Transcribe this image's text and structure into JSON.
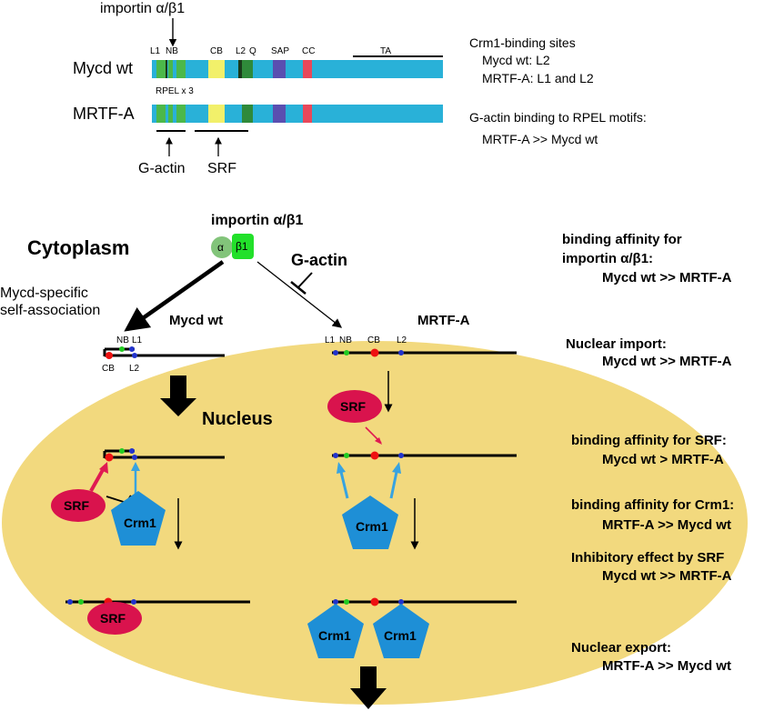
{
  "domain_labels": {
    "l1": "L1",
    "nb": "NB",
    "cb": "CB",
    "l2": "L2",
    "q": "Q",
    "sap": "SAP",
    "cc": "CC",
    "ta": "TA",
    "rpel": "RPEL x 3"
  },
  "proteins": {
    "mycd": "Mycd wt",
    "mrtf": "MRTF-A"
  },
  "top_arrows": {
    "importin": "importin α/β1",
    "gactin": "G-actin",
    "srf": "SRF"
  },
  "notes": {
    "crm1_title": "Crm1-binding sites",
    "crm1_mycd": "Mycd wt: L2",
    "crm1_mrtf": "MRTF-A: L1 and L2",
    "gactin_title": "G-actin binding to RPEL motifs:",
    "gactin_value": "MRTF-A >> Mycd wt"
  },
  "diagram": {
    "importin": "importin α/β1",
    "alpha": "α",
    "beta1": "β1",
    "cytoplasm": "Cytoplasm",
    "gactin": "G-actin",
    "self_assoc_1": "Mycd-specific",
    "self_assoc_2": "self-association",
    "mycd": "Mycd wt",
    "mrtf": "MRTF-A",
    "nucleus": "Nucleus",
    "srf": "SRF",
    "crm1": "Crm1",
    "cb": "CB",
    "nb": "NB",
    "l1": "L1",
    "l2": "L2"
  },
  "side_notes": [
    {
      "line1": "binding affinity for",
      "line2": "importin α/β1:",
      "line3": "Mycd wt >> MRTF-A"
    },
    {
      "line1": "Nuclear import:",
      "line2": "Mycd wt >> MRTF-A"
    },
    {
      "line1": "binding affinity for SRF:",
      "line2": "Mycd wt > MRTF-A"
    },
    {
      "line1": "binding affinity for Crm1:",
      "line2": "MRTF-A >> Mycd wt"
    },
    {
      "line1": "Inhibitory effect by SRF",
      "line2": "Mycd wt >> MRTF-A"
    },
    {
      "line1": "Nuclear export:",
      "line2": "MRTF-A >> Mycd wt"
    }
  ],
  "colors": {
    "bar": "#29b1d8",
    "rpel_green": "#4cb84a",
    "cb_yellow": "#f2f06a",
    "q_green": "#2f8a3a",
    "sap_blue": "#5a4fb0",
    "cc_red": "#e8485a",
    "nucleus": "#f2d97e",
    "srf": "#d9134d",
    "crm1": "#1e8fd6",
    "importin_alpha": "#82c47a",
    "importin_beta": "#22e02a",
    "arrow_red": "#e01a52",
    "arrow_blue": "#38a3e0",
    "motif_green": "#22cc22",
    "motif_blue": "#2233cc",
    "motif_red": "#ee1111"
  }
}
